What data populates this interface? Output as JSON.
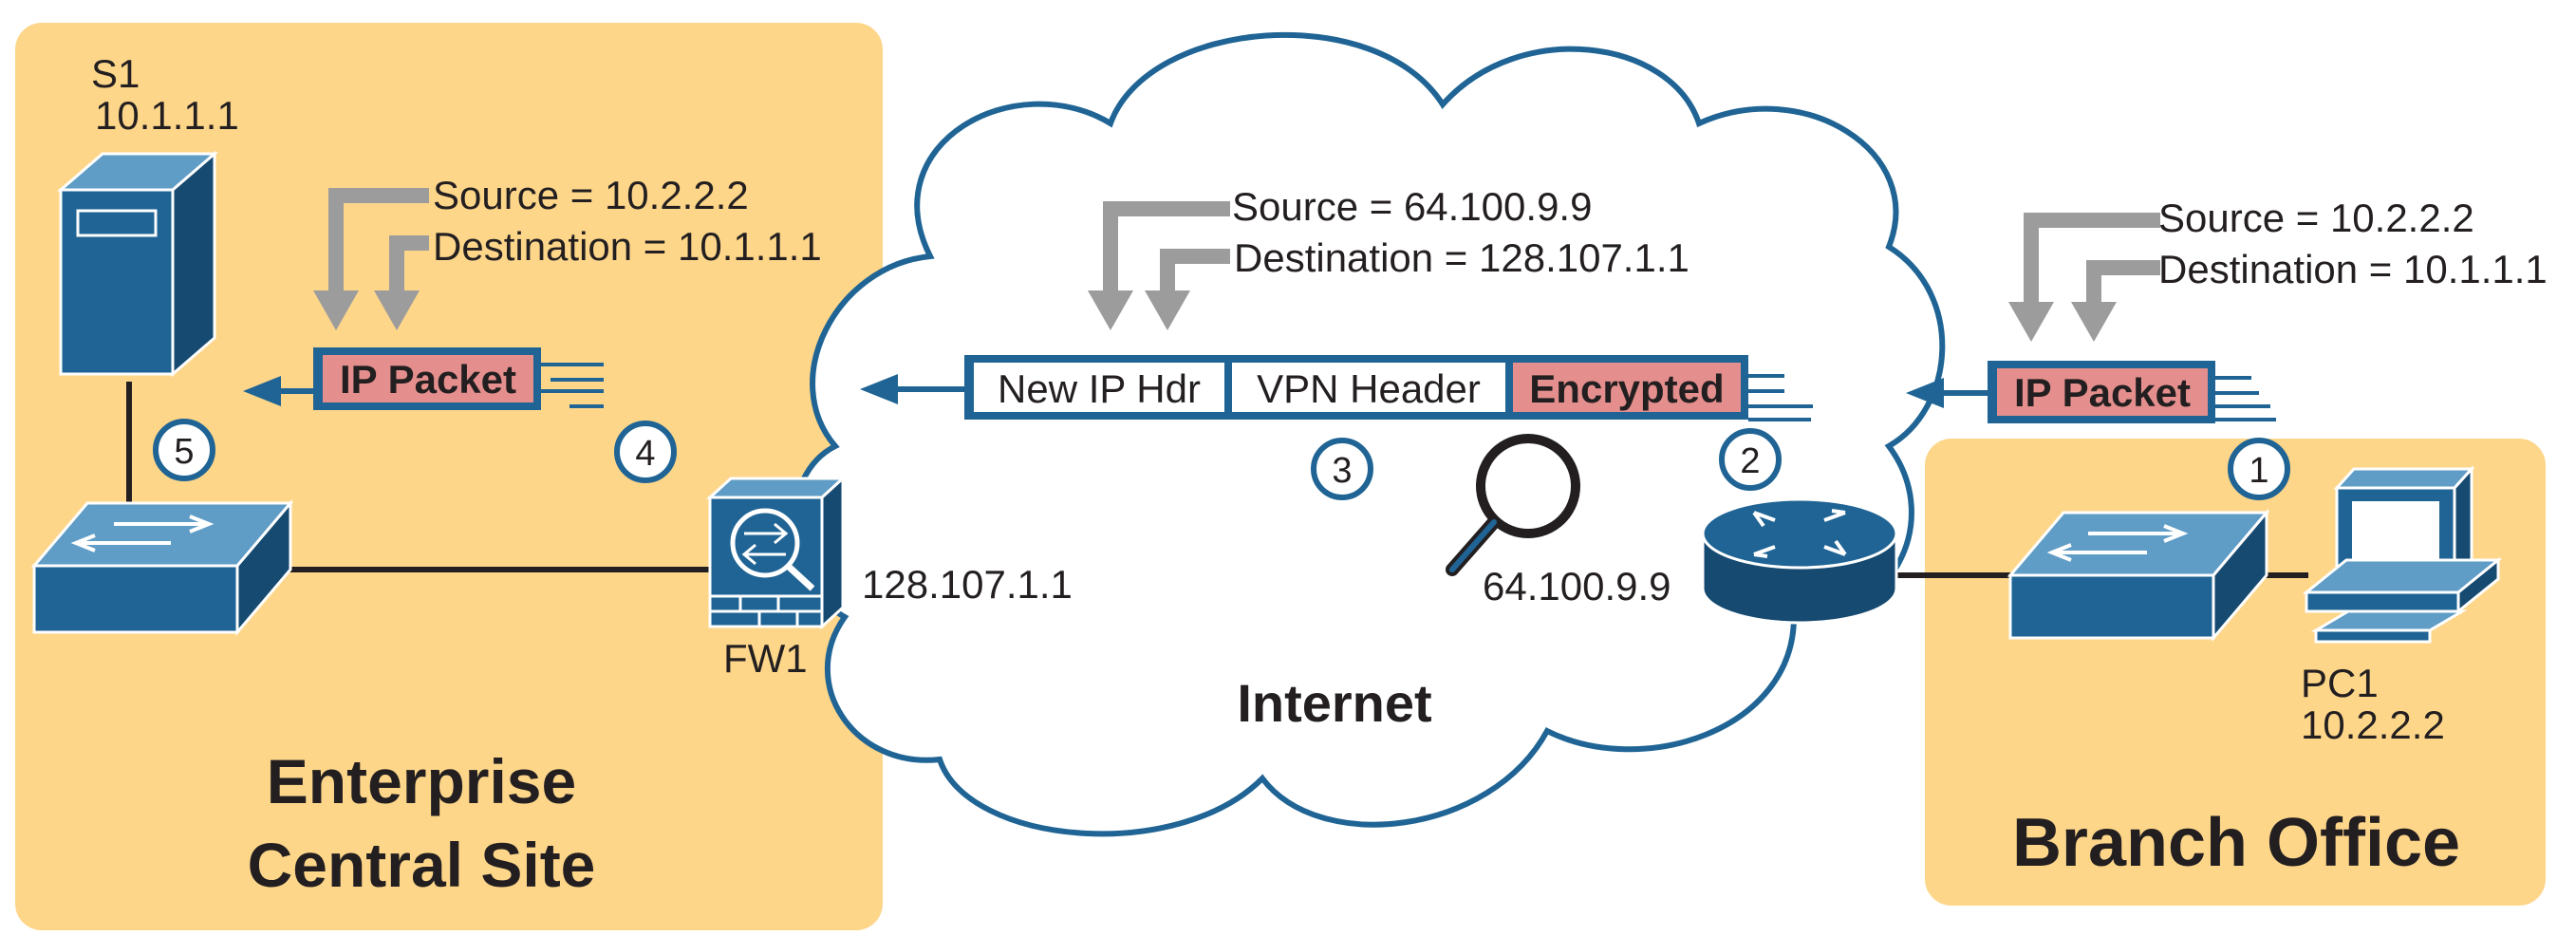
{
  "sites": {
    "enterprise": {
      "line1": "Enterprise",
      "line2": "Central Site"
    },
    "branch": {
      "name": "Branch Office"
    },
    "internet": "Internet"
  },
  "devices": {
    "s1": {
      "name": "S1",
      "ip": "10.1.1.1"
    },
    "fw1": {
      "name": "FW1",
      "ip": "128.107.1.1"
    },
    "router": {
      "ip": "64.100.9.9"
    },
    "pc1": {
      "name": "PC1",
      "ip": "10.2.2.2"
    }
  },
  "packets": {
    "left": {
      "source": "Source = 10.2.2.2",
      "destination": "Destination = 10.1.1.1",
      "label": "IP Packet"
    },
    "middle": {
      "source": "Source = 64.100.9.9",
      "destination": "Destination = 128.107.1.1",
      "new_ip_hdr": "New IP Hdr",
      "vpn_header": "VPN Header",
      "encrypted": "Encrypted"
    },
    "right": {
      "source": "Source = 10.2.2.2",
      "destination": "Destination = 10.1.1.1",
      "label": "IP Packet"
    }
  },
  "steps": [
    "1",
    "2",
    "3",
    "4",
    "5"
  ],
  "colors": {
    "site_fill": "#fdd68a",
    "device_blue": "#1f6494",
    "cloud_stroke": "#1f6494",
    "packet_pink": "#e48f8d",
    "arrow_gray": "#9c9c9c"
  }
}
